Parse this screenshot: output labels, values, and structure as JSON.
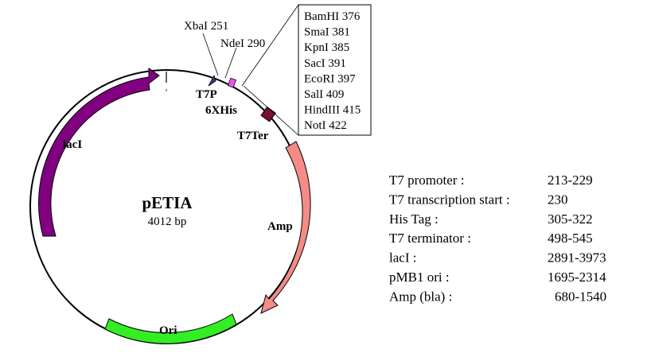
{
  "plasmid": {
    "name": "pETIA",
    "size": "4012 bp"
  },
  "features": [
    {
      "label": "lacI",
      "color": "#800080"
    },
    {
      "label": "Ori",
      "color": "#33ee22"
    },
    {
      "label": "Amp",
      "color": "#f48b86"
    },
    {
      "label": "T7Ter",
      "color": "#7a0f33"
    },
    {
      "label": "T7P",
      "color": "#3a3aa0"
    },
    {
      "label": "6XHis",
      "color": "#ee55ee"
    }
  ],
  "sites_outside": [
    {
      "label": "XbaI 251"
    },
    {
      "label": "NdeI 290"
    }
  ],
  "mcs_sites": [
    "BamHI 376",
    "SmaI 381",
    "KpnI 385",
    "SacI 391",
    "EcoRI 397",
    "SalI 409",
    "HindIII 415",
    "NotI 422"
  ],
  "feature_table": [
    {
      "name": "T7 promoter :",
      "range": "213-229"
    },
    {
      "name": "T7 transcription start :",
      "range": "230"
    },
    {
      "name": "His Tag :",
      "range": "305-322"
    },
    {
      "name": "T7 terminator :",
      "range": "498-545"
    },
    {
      "name": "lacI :",
      "range": "2891-3973"
    },
    {
      "name": "pMB1 ori :",
      "range": "1695-2314"
    },
    {
      "name": "Amp (bla) :",
      "range": "680-1540"
    }
  ]
}
